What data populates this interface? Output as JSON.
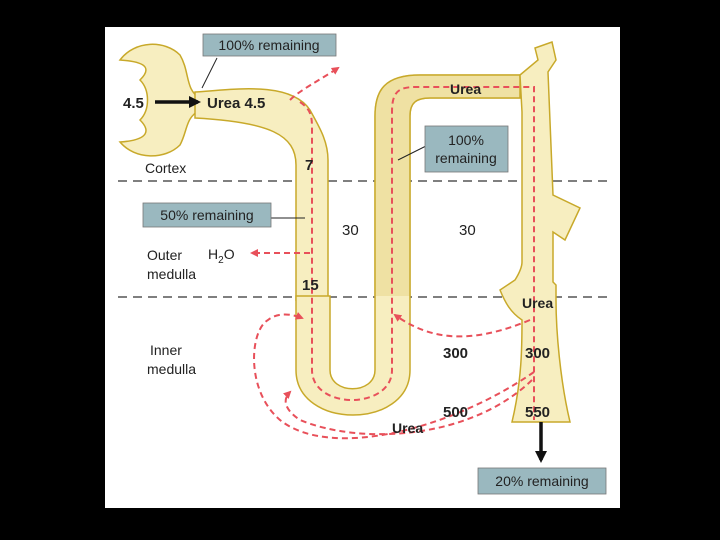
{
  "boxes": {
    "top_left": "100% remaining",
    "descending": "50% remaining",
    "collecting": "100% remaining",
    "collecting_line2": "remaining",
    "collecting_line1": "100%",
    "bottom": "20% remaining"
  },
  "values": {
    "in_left": "4.5",
    "urea_in": "Urea 4.5",
    "v7": "7",
    "v15": "15",
    "v30_left": "30",
    "v30_right": "30",
    "v300_left": "300",
    "v300_right": "300",
    "v500": "500",
    "v550": "550"
  },
  "labels": {
    "urea_top": "Urea",
    "urea_right": "Urea",
    "urea_bottom": "Urea",
    "cortex": "Cortex",
    "outer_1": "Outer",
    "outer_2": "medulla",
    "inner_1": "Inner",
    "inner_2": "medulla",
    "h2o_h": "H",
    "h2o_sub": "2",
    "h2o_o": "O"
  },
  "colors": {
    "tubule_fill": "#f7eec0",
    "tubule_stroke": "#c8a92a",
    "box_fill": "#9ab8bf",
    "arrow_red": "#e8505a",
    "background": "#000000",
    "panel": "#ffffff"
  }
}
